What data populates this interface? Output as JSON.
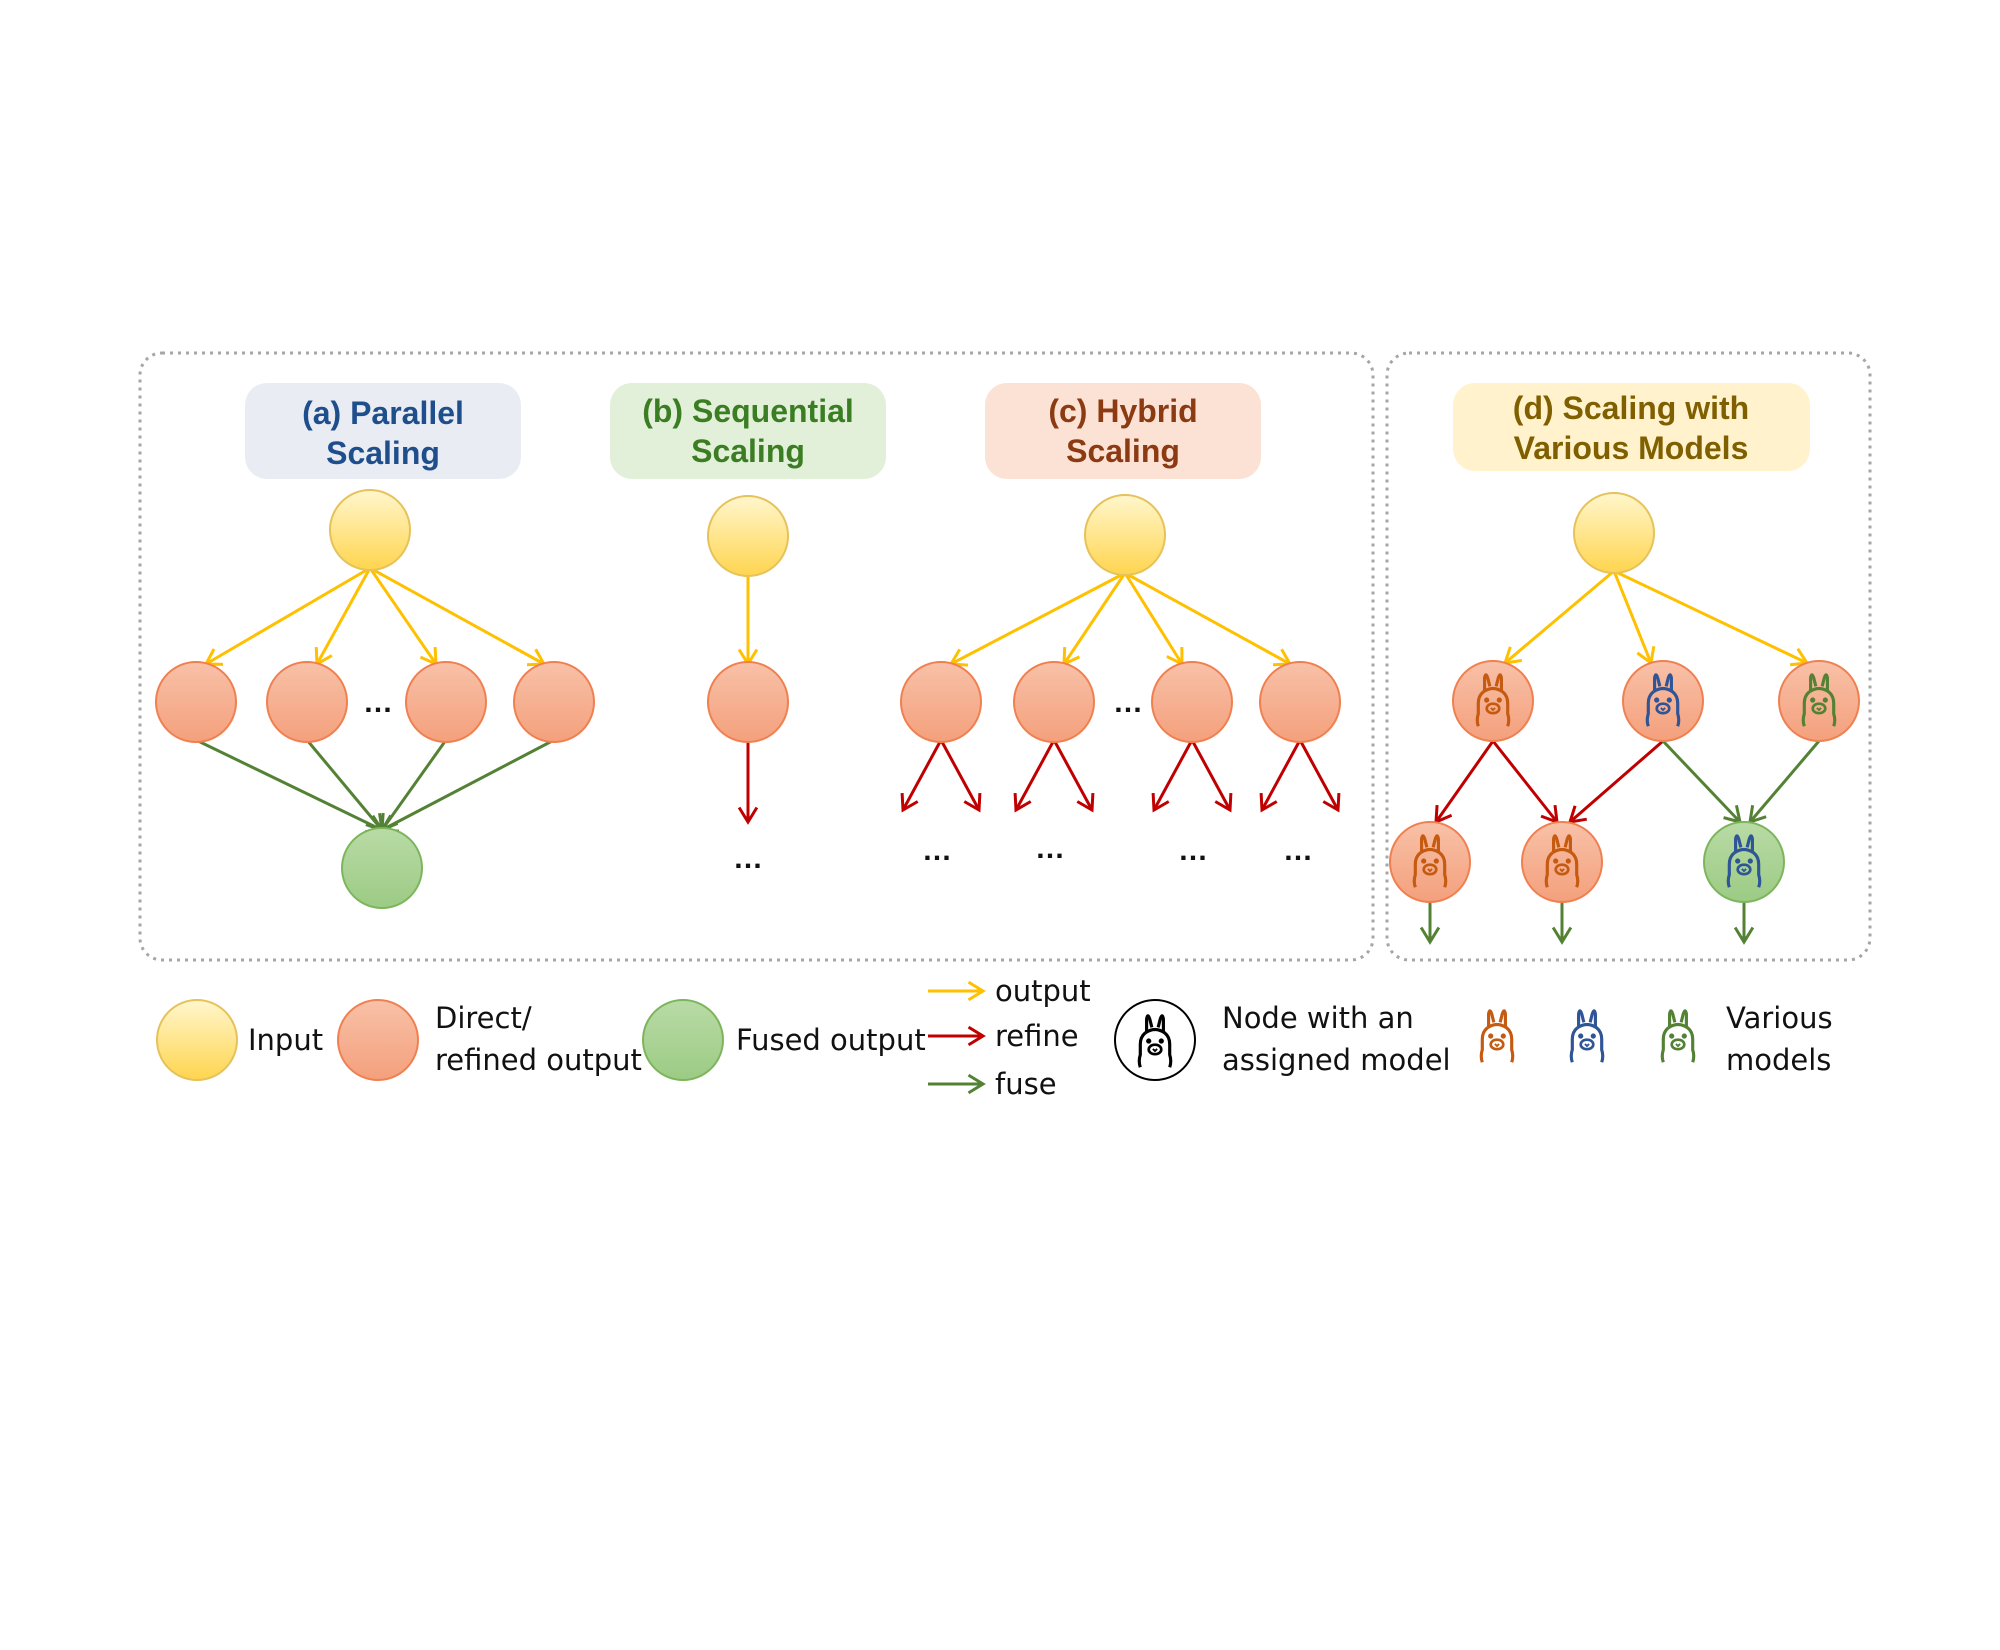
{
  "panels": {
    "a": {
      "title_line1": "(a) Parallel",
      "title_line2": "Scaling"
    },
    "b": {
      "title_line1": "(b) Sequential",
      "title_line2": "Scaling"
    },
    "c": {
      "title_line1": "(c) Hybrid",
      "title_line2": "Scaling"
    },
    "d": {
      "title_line1": "(d) Scaling with",
      "title_line2": "Various Models"
    }
  },
  "ellipsis": "…",
  "legend": {
    "input": "Input",
    "direct_line1": "Direct/",
    "direct_line2": "refined output",
    "fused": "Fused output",
    "output": "output",
    "refine": "refine",
    "fuse": "fuse",
    "node_line1": "Node with an",
    "node_line2": "assigned model",
    "various_line1": "Various",
    "various_line2": "models"
  },
  "colors": {
    "panel_a_title": "#1F4E8C",
    "panel_a_bg": "#E9EDF3",
    "panel_b_title": "#3A7D22",
    "panel_b_bg": "#E2EFD9",
    "panel_c_title": "#8B3A12",
    "panel_c_bg": "#FBE2D5",
    "panel_d_title": "#7F5F00",
    "panel_d_bg": "#FFF2CC",
    "output_arrow": "#FFC000",
    "refine_arrow": "#C00000",
    "fuse_arrow": "#548235",
    "llama_orange": "#C55A11",
    "llama_blue": "#2F5597",
    "llama_green": "#548235",
    "llama_black": "#000000"
  }
}
